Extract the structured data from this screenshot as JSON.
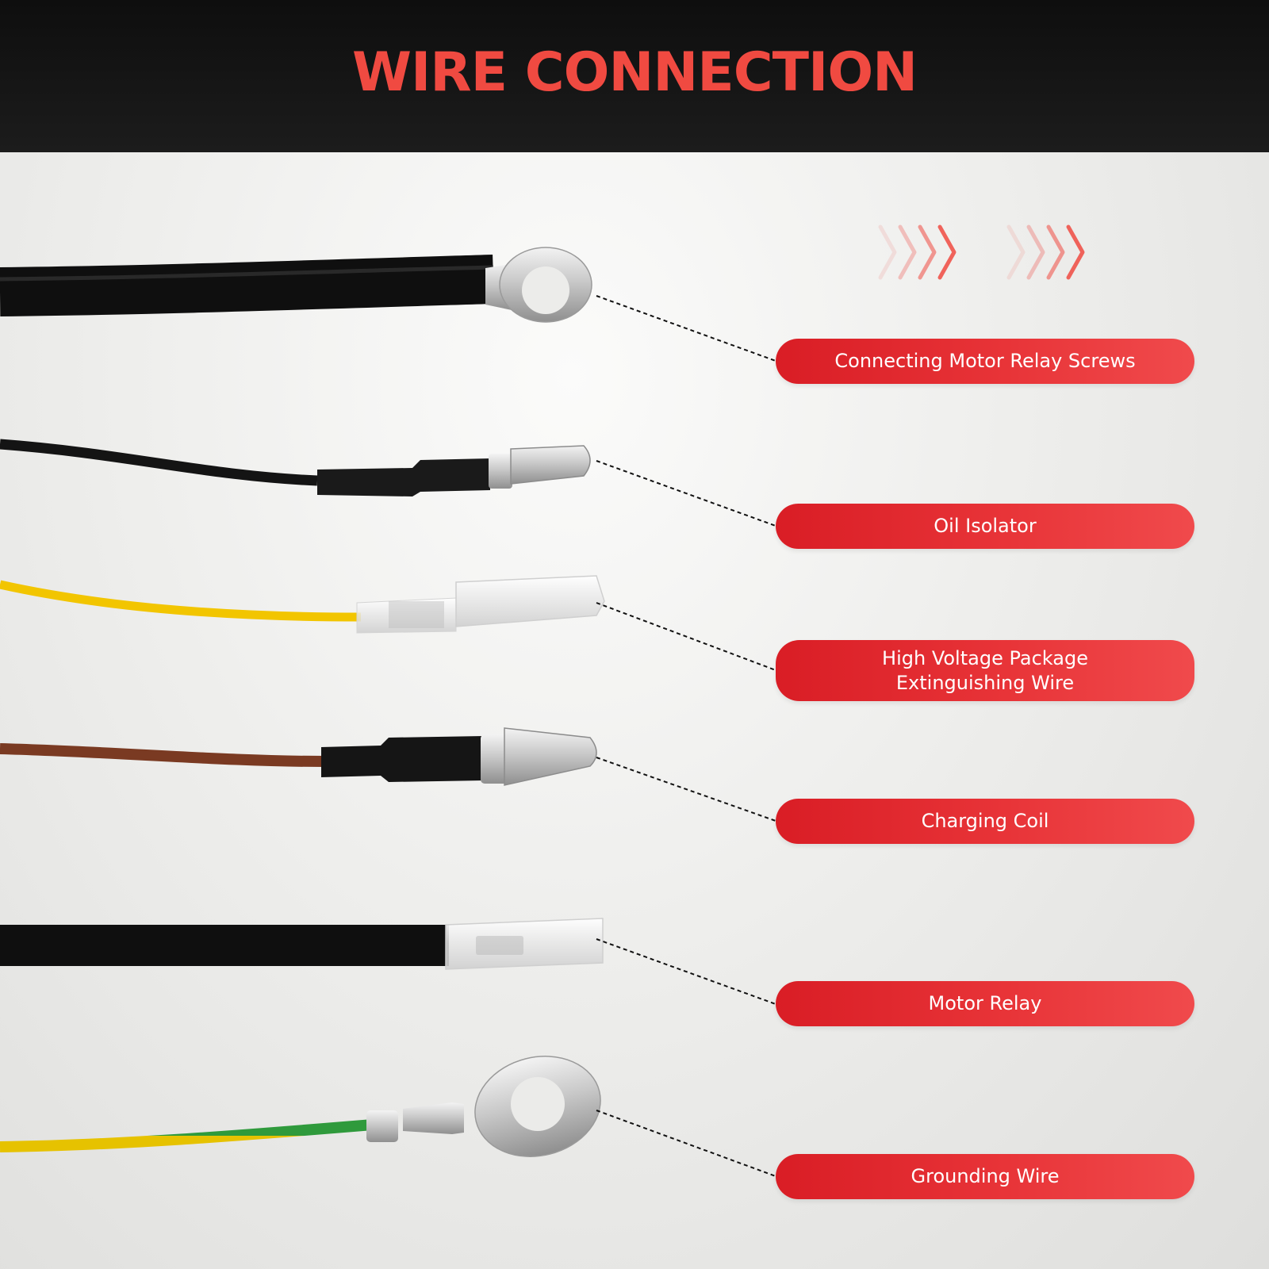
{
  "title": "WIRE CONNECTION",
  "colors": {
    "accent": "#f04a41",
    "label_bg": "#e02a2e",
    "header_bg": "#111111",
    "wire_black": "#0f0f0f",
    "wire_yellow": "#f2c500",
    "wire_brown": "#7a3a22",
    "wire_green": "#2f9a3c"
  },
  "decor": {
    "arrow_icon": "chevron-arrows-icon"
  },
  "labels": [
    {
      "id": "motor-relay-screws",
      "text": "Connecting Motor Relay Screws",
      "connector": "ring-terminal",
      "wire": "black"
    },
    {
      "id": "oil-isolator",
      "text": "Oil Isolator",
      "connector": "bullet-connector",
      "wire": "black"
    },
    {
      "id": "hv-extinguishing",
      "text": "High Voltage Package\nExtinguishing Wire",
      "connector": "insulated-bullet-connector",
      "wire": "yellow"
    },
    {
      "id": "charging-coil",
      "text": "Charging Coil",
      "connector": "bullet-connector",
      "wire": "brown"
    },
    {
      "id": "motor-relay",
      "text": "Motor Relay",
      "connector": "insulated-spade-connector",
      "wire": "black"
    },
    {
      "id": "grounding-wire",
      "text": "Grounding Wire",
      "connector": "ring-terminal",
      "wire": "green-yellow"
    }
  ]
}
